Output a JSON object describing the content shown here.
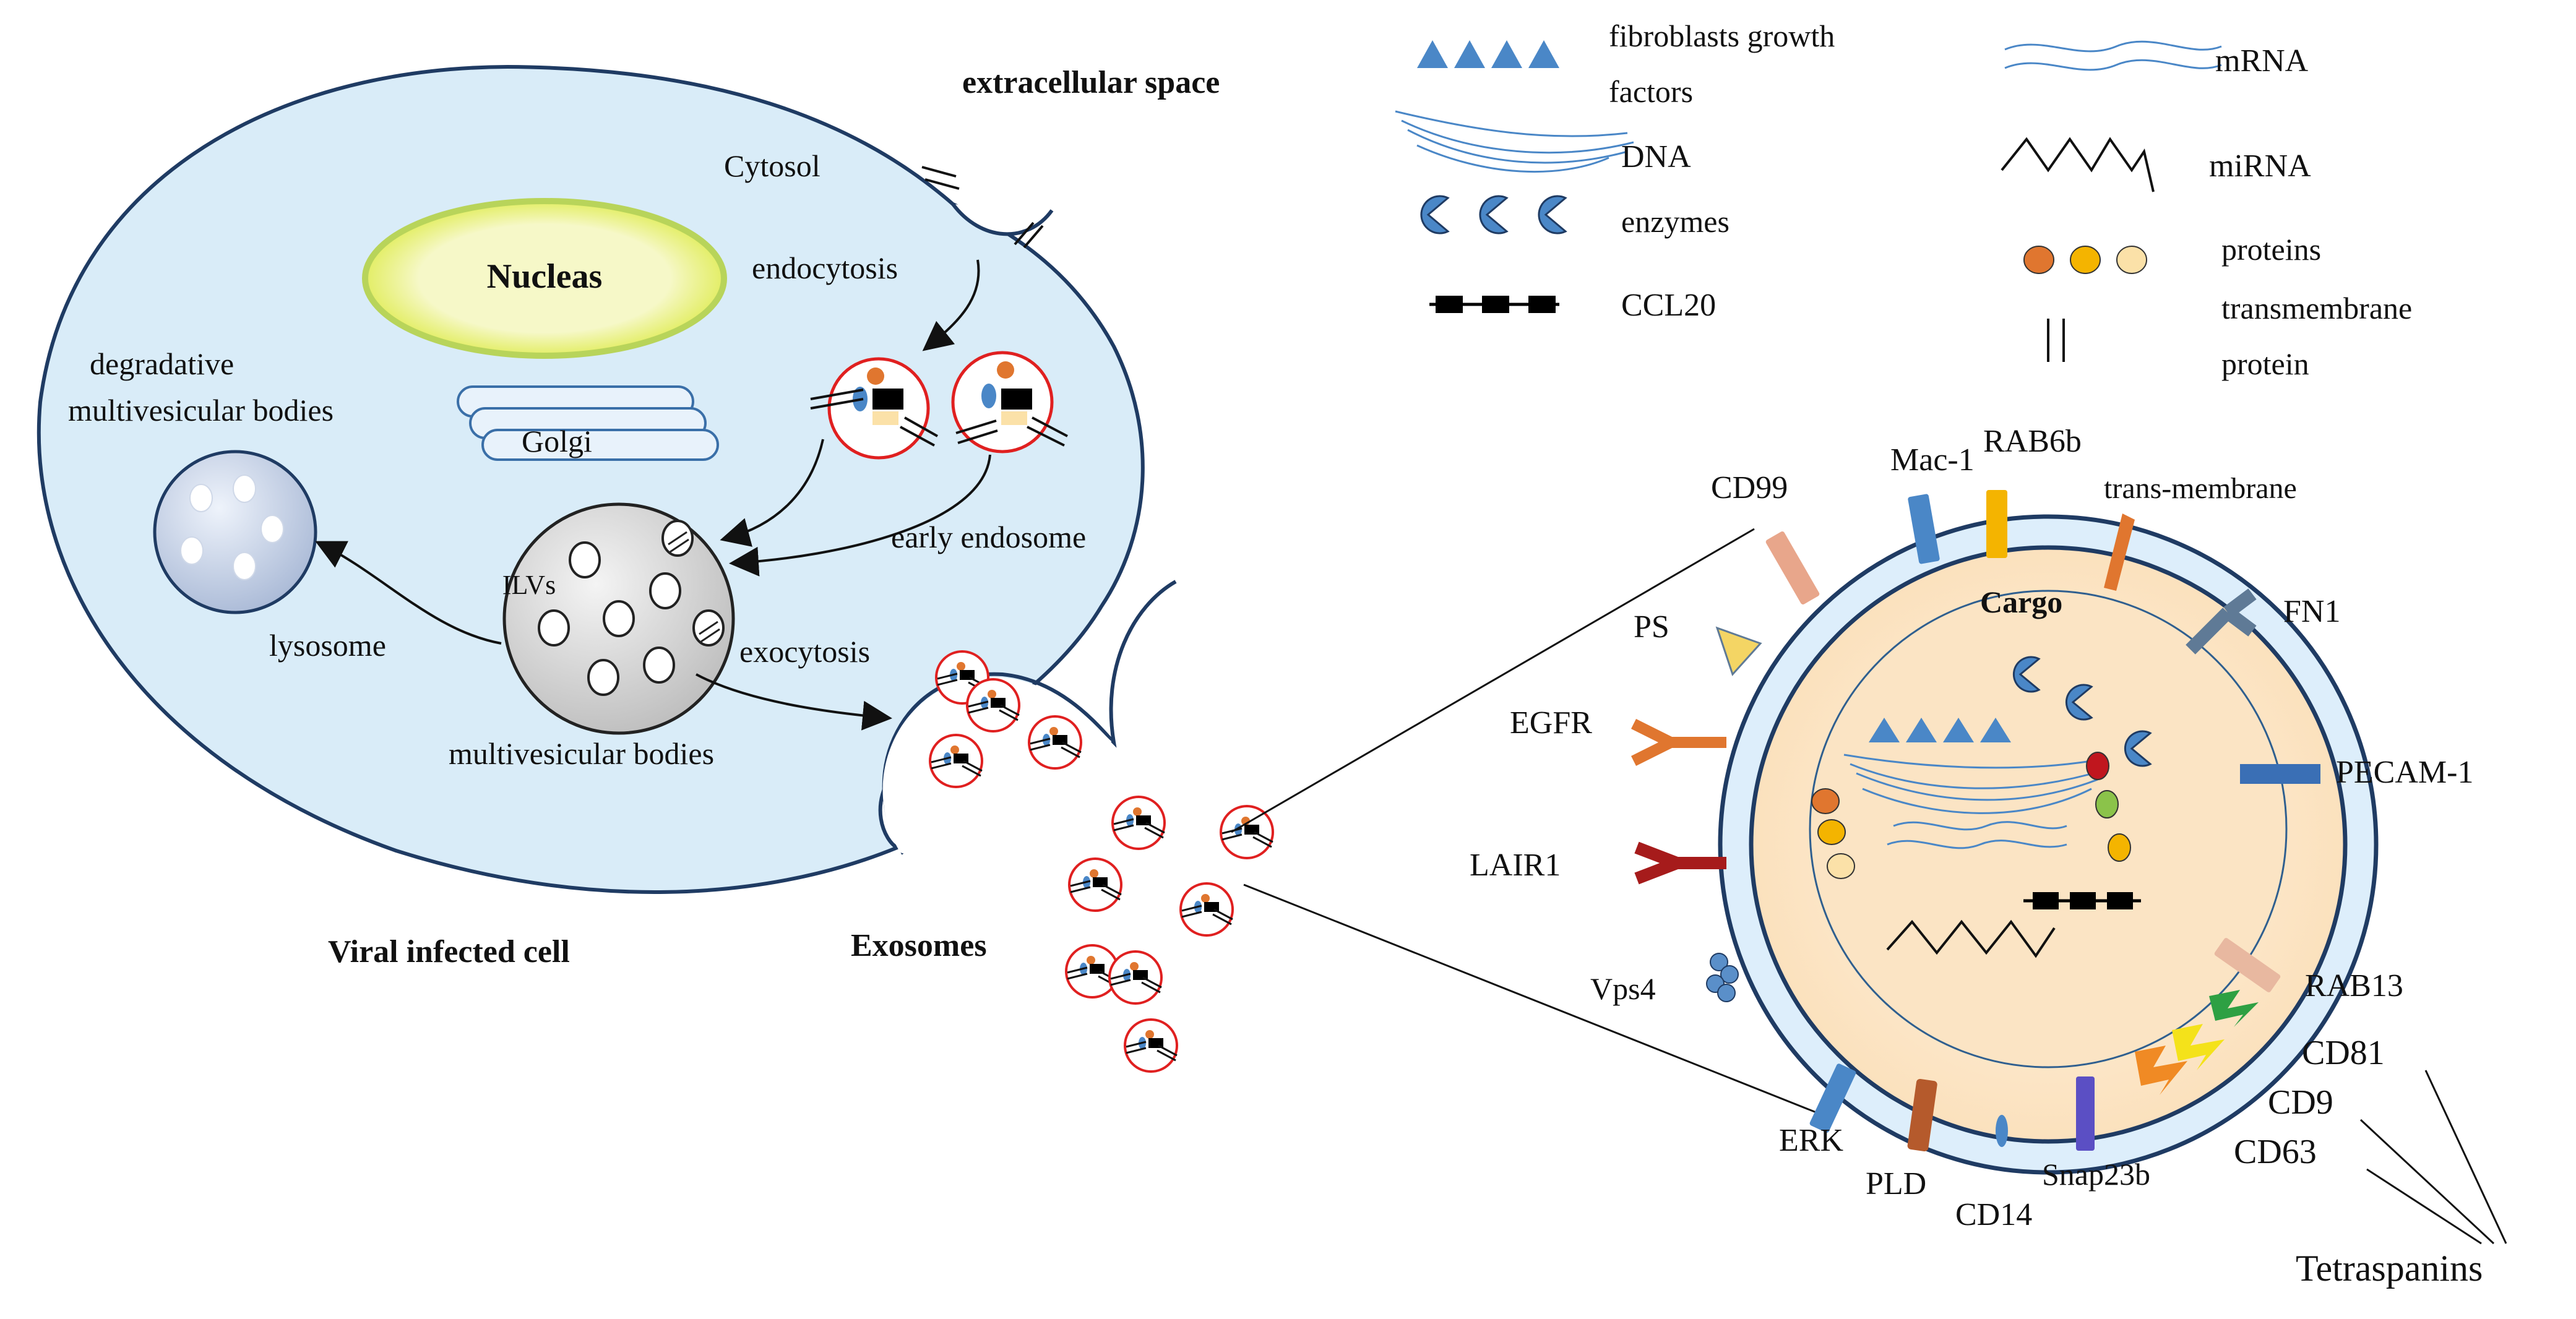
{
  "cell": {
    "extracellular": "extracellular space",
    "cytosol": "Cytosol",
    "nucleus": "Nucleas",
    "endocytosis": "endocytosis",
    "degradative": "degradative",
    "degradative2": "multivesicular bodies",
    "golgi": "Golgi",
    "ilvs": "ILVs",
    "early_endosome": "early endosome",
    "lysosome": "lysosome",
    "exocytosis": "exocytosis",
    "mvb": "multivesicular bodies",
    "viral": "Viral infected cell",
    "exosomes": "Exosomes"
  },
  "legend": {
    "fgf1": "fibroblasts growth",
    "fgf2": "factors",
    "dna": "DNA",
    "enzymes": "enzymes",
    "ccl20": "CCL20",
    "mrna": "mRNA",
    "mirna": "miRNA",
    "proteins": "proteins",
    "tm1": "transmembrane",
    "tm2": "protein"
  },
  "exosome": {
    "cargo": "Cargo",
    "markers": {
      "cd99": "CD99",
      "mac1": "Mac-1",
      "rab6b": "RAB6b",
      "transmembrane": "trans-membrane",
      "fn1": "FN1",
      "ps": "PS",
      "egfr": "EGFR",
      "pecam1": "PECAM-1",
      "lair1": "LAIR1",
      "vps4": "Vps4",
      "rab13": "RAB13",
      "cd81": "CD81",
      "cd9": "CD9",
      "cd63": "CD63",
      "erk": "ERK",
      "pld": "PLD",
      "cd14": "CD14",
      "snap23b": "Snap23b",
      "tetraspanins": "Tetraspanins"
    }
  },
  "colors": {
    "cytoplasm": "#d9ecf8",
    "membrane": "#1f3b63",
    "nucleus_fill": "#f6f8c8",
    "nucleus_glow": "#e4ee56",
    "exosome_outer": "#ddeefb",
    "exosome_inner": "#fbe6c8",
    "cargo_blue": "#4a87c7",
    "orange": "#e0762f",
    "yellow": "#f4b400",
    "cream": "#fbe1a8",
    "red_vesicle": "#e02020"
  }
}
